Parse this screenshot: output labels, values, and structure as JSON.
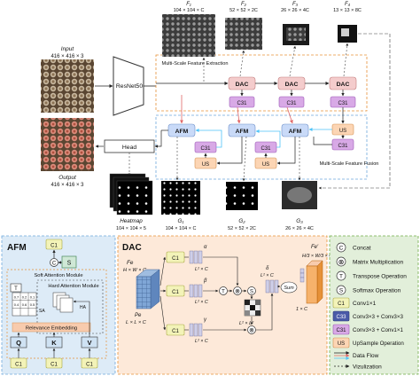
{
  "colors": {
    "dac_box": "#f4cccc",
    "c31_box": "#d8a9e6",
    "afm_box": "#c9daf8",
    "us_box": "#fcd5b4",
    "c1_box": "#f3f3b8",
    "c33_box": "#4a5aa8",
    "orange_dash": "#e69138",
    "blue_dash": "#6fa8dc",
    "red_arrow": "#e06666",
    "cyan_arrow": "#4fc3f7",
    "afm_panel": "#ddebf7",
    "dac_panel": "#fde9d9",
    "legend_panel": "#e2efda"
  },
  "top": {
    "input_label": "Input",
    "input_size": "416 × 416 × 3",
    "output_label": "Output",
    "output_size": "416 × 416 × 3",
    "backbone": "ResNet50",
    "head": "Head",
    "heatmap_label": "Heatmap",
    "heatmap_size": "104 × 104 × 5",
    "feature_extraction_label": "Multi-Scale Feature Extraction",
    "feature_fusion_label": "Multi-Scale Feature Fusion",
    "f_labels": [
      "F₁",
      "F₂",
      "F₃",
      "F₄"
    ],
    "f_sizes": [
      "104 × 104 × C",
      "52 × 52 × 2C",
      "26 × 26 × 4C",
      "13 × 13 × 8C"
    ],
    "g_labels": [
      "G₁",
      "G₂",
      "G₃"
    ],
    "g_sizes": [
      "104 × 104 × C",
      "52 × 52 × 2C",
      "26 × 26 × 4C"
    ],
    "dac": "DAC",
    "c31": "C31",
    "afm": "AFM",
    "us": "US"
  },
  "afm_panel": {
    "title": "AFM",
    "c1": "C1",
    "c": "C",
    "s": "S",
    "t": "T",
    "soft_attention": "Soft Attention Module",
    "hard_attention": "Hard Attention Module",
    "relevance_embedding": "Relevance Embedding",
    "q": "Q",
    "k": "K",
    "v": "V",
    "sa": "SA",
    "ha": "HA",
    "matrix_values": [
      "0.7",
      "0.2",
      "0.1",
      "0.4",
      "0.6",
      "0.5"
    ]
  },
  "dac_panel": {
    "title": "DAC",
    "fe": "Fe",
    "fe_dims": "H × W × C",
    "pe": "Pe",
    "pe_dims": "L × L × C",
    "c1": "C1",
    "alpha": "α",
    "alpha_dims": "L² × C",
    "beta": "β",
    "beta_dims": "L² × C",
    "gamma": "γ",
    "gamma_dims": "L² × C",
    "t": "T",
    "s": "S",
    "a_dims": "L² × L²",
    "delta": "δ",
    "delta_dims": "L² × C",
    "sum": "Sum",
    "sum_dims": "1 × C",
    "fe_out": "Fe′",
    "fe_out_dims": "H/3 × W/3 × C"
  },
  "legend": {
    "items": [
      {
        "sym": "C",
        "label": "Concat"
      },
      {
        "sym": "⊗",
        "label": "Matrix Multiplication"
      },
      {
        "sym": "T",
        "label": "Transpose Operation"
      },
      {
        "sym": "S",
        "label": "Softmax Operation"
      },
      {
        "sym": "C1",
        "label": "Conv1×1"
      },
      {
        "sym": "C33",
        "label": "Conv3×3 + Conv3×3"
      },
      {
        "sym": "C31",
        "label": "Conv3×3 + Conv1×1"
      },
      {
        "sym": "US",
        "label": "UpSample Operation"
      },
      {
        "sym": "",
        "label": "Data Flow"
      },
      {
        "sym": "",
        "label": "Vizulization"
      }
    ]
  }
}
